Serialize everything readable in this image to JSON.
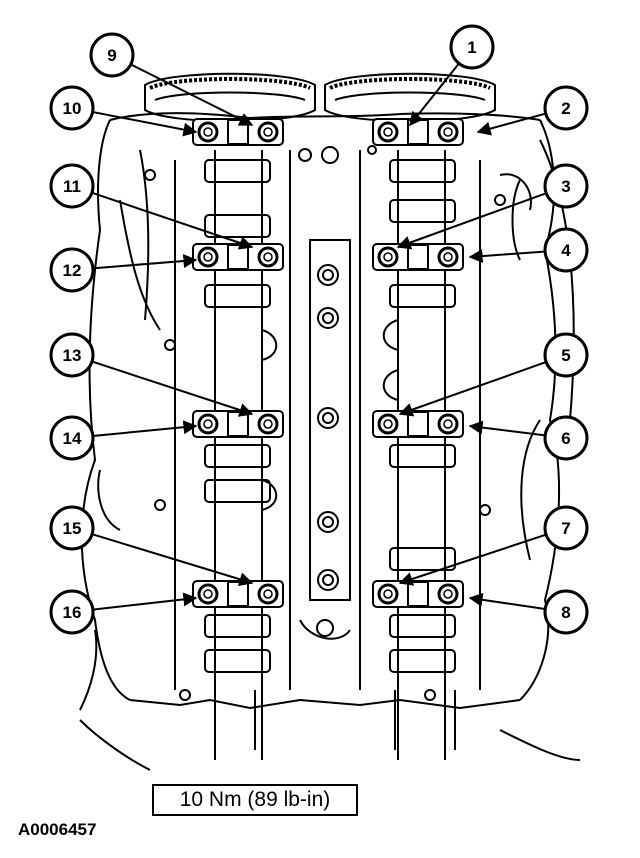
{
  "figure": {
    "torque_spec": "10 Nm (89 lb-in)",
    "figure_id": "A0006457"
  },
  "callouts": [
    {
      "label": "1"
    },
    {
      "label": "2"
    },
    {
      "label": "3"
    },
    {
      "label": "4"
    },
    {
      "label": "5"
    },
    {
      "label": "6"
    },
    {
      "label": "7"
    },
    {
      "label": "8"
    },
    {
      "label": "9"
    },
    {
      "label": "10"
    },
    {
      "label": "11"
    },
    {
      "label": "12"
    },
    {
      "label": "13"
    },
    {
      "label": "14"
    },
    {
      "label": "15"
    },
    {
      "label": "16"
    }
  ]
}
